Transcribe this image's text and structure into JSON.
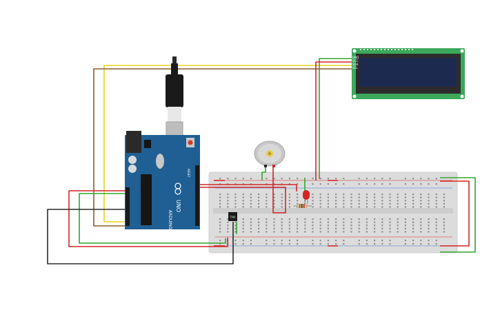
{
  "colors": {
    "background": "#ffffff",
    "wire_yellow": "#e8d21c",
    "wire_brown": "#8a5a2b",
    "wire_red": "#d42424",
    "wire_green": "#2fa52f",
    "wire_black": "#2a2a2a",
    "arduino_board": "#1f5f93",
    "lcd_pcb": "#3ba85a",
    "lcd_screen": "#1d2a4f",
    "breadboard": "#dcdcdc"
  },
  "components": {
    "arduino": {
      "brand": "ARDUINO",
      "model": "UNO",
      "reset_label": "RESET"
    },
    "lcd": {
      "pins": [
        "GND",
        "VCC",
        "SDA",
        "SCL"
      ]
    },
    "temp_sensor": {
      "label": "TMP"
    },
    "dc_motor": {},
    "led": {
      "color": "#d42424"
    },
    "resistor": {}
  },
  "breadboard": {
    "columns": 30,
    "rows_per_half": 5
  }
}
